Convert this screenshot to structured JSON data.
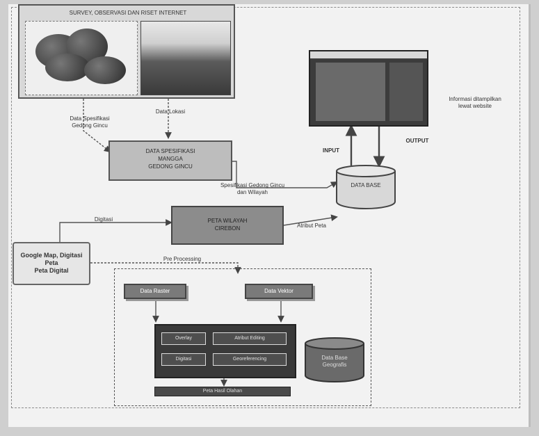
{
  "survey": {
    "title": "SURVEY, OBSERVASI DAN RISET INTERNET",
    "photo1_caption": "",
    "photo2_alt": ""
  },
  "edges": {
    "data_spesifikasi": [
      "Data Spesifikasi",
      "Gedong Gincu"
    ],
    "data_lokasi": "Data Lokasi",
    "spesifikasi_wilayah": [
      "Spesifikasi Gedong Gincu",
      "dan Wilayah"
    ],
    "digitasi": "Digitasi",
    "atribut_peta": "Atribut Peta",
    "pre_processing": "Pre Processing",
    "input": "INPUT",
    "output": "OUTPUT"
  },
  "nodes": {
    "data_spesifikasi_box": [
      "DATA SPESIFIKASI",
      "MANGGA",
      "GEDONG GINCU"
    ],
    "peta_box": [
      "PETA WILAYAH",
      "CIREBON"
    ],
    "google_box": [
      "Google Map, Digitasi",
      "Peta",
      "Peta Digital"
    ],
    "database_label": [
      "DATA",
      "BASE"
    ],
    "info_text": [
      "Informasi ditampilkan",
      "lewat website"
    ],
    "tab_left": "Data Raster",
    "tab_right": "Data Vektor",
    "cells": [
      "Overlay",
      "Atribut Editing",
      "Digitasi",
      "Georeferencing"
    ],
    "db2_label": [
      "Data Base",
      "Geografis"
    ],
    "bottom_bar": "Peta Hasil Olahan"
  }
}
